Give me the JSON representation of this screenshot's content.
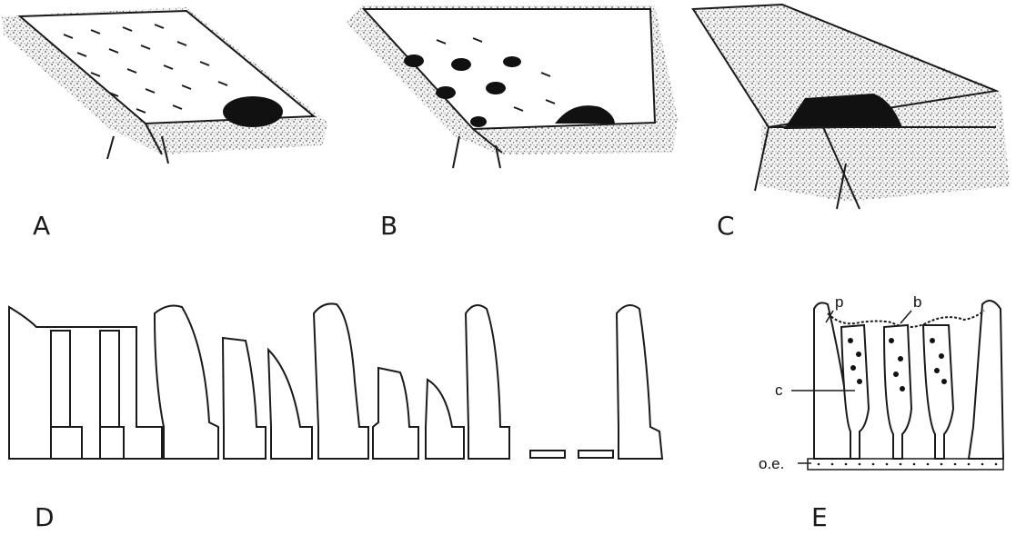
{
  "panels": [
    {
      "label": "A"
    },
    {
      "label": "B"
    },
    {
      "label": "C"
    },
    {
      "label": "D"
    },
    {
      "label": "E"
    }
  ],
  "annotations": {
    "p": "p",
    "b": "b",
    "c": "c",
    "oe": "o.e."
  }
}
